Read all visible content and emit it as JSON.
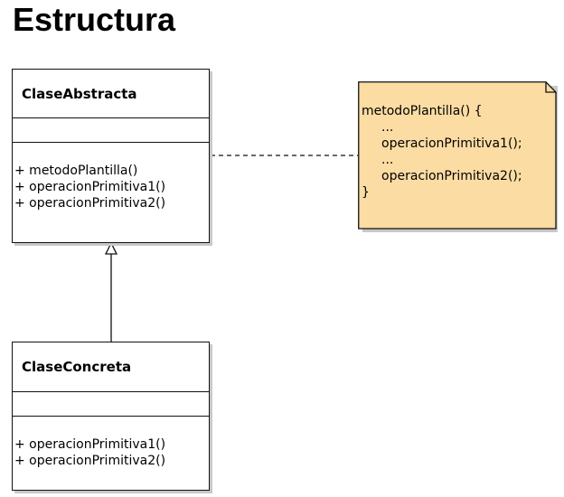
{
  "title": "Estructura",
  "abstract_class": {
    "name": "ClaseAbstracta",
    "operations": [
      "+ metodoPlantilla()",
      "+ operacionPrimitiva1()",
      "+ operacionPrimitiva2()"
    ]
  },
  "concrete_class": {
    "name": "ClaseConcreta",
    "operations": [
      "+ operacionPrimitiva1()",
      "+ operacionPrimitiva2()"
    ]
  },
  "note": {
    "line1": "metodoPlantilla() {",
    "line2": "...",
    "line3": "operacionPrimitiva1();",
    "line4": "...",
    "line5": "operacionPrimitiva2();",
    "line6": "}"
  },
  "colors": {
    "note_fill": "#fbdca3",
    "line": "#111111",
    "shadow": "#c8c8c8"
  }
}
